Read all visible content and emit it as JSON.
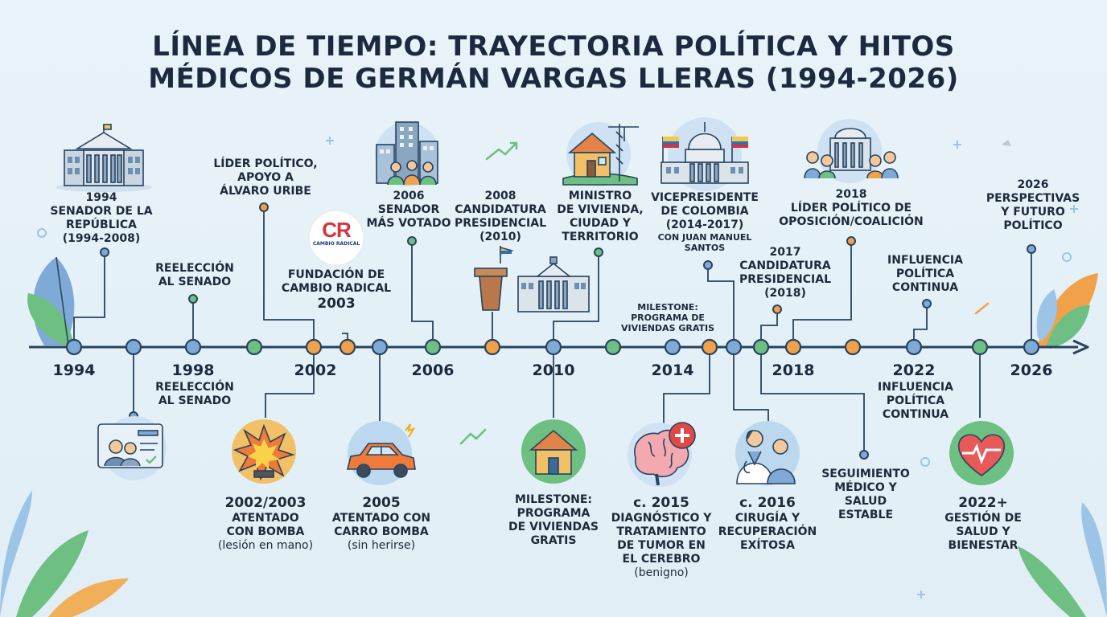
{
  "title": {
    "line1": "LÍNEA DE TIEMPO: TRAYECTORIA POLÍTICA Y HITOS",
    "line2": "MÉDICOS DE GERMÁN VARGAS LLERAS (1994-2026)"
  },
  "years": [
    "1994",
    "1998",
    "2002",
    "2006",
    "2010",
    "2014",
    "2018",
    "2022",
    "2026"
  ],
  "colors": {
    "blue": "#7fa9d6",
    "green": "#6dbf82",
    "orange": "#f0a14a",
    "line": "#27435f"
  },
  "events_top": {
    "e1994": {
      "l1": "1994",
      "l2": "SENADOR DE LA",
      "l3": "REPÚBLICA",
      "l4": "(1994-2008)"
    },
    "e_lider_uribe": {
      "l1": "LÍDER POLÍTICO,",
      "l2": "APOYO A",
      "l3": "ÁLVARO URIBE"
    },
    "e_reelec_top": {
      "l1": "REELECCIÓN",
      "l2": "AL SENADO"
    },
    "e_cr": {
      "logo": "CR",
      "logo_sub": "CAMBIO RADICAL",
      "l1": "FUNDACIÓN DE",
      "l2": "CAMBIO RADICAL",
      "l3": "2003"
    },
    "e2006": {
      "l1": "2006",
      "l2": "SENADOR",
      "l3": "MÁS VOTADO"
    },
    "e2008": {
      "l1": "2008",
      "l2": "CANDIDATURA",
      "l3": "PRESIDENCIAL",
      "l4": "(2010)"
    },
    "e_ministro": {
      "l1": "MINISTRO",
      "l2": "DE VIVIENDA,",
      "l3": "CIUDAD Y",
      "l4": "TERRITORIO"
    },
    "e_vice": {
      "l1": "VICEPRESIDENTE",
      "l2": "DE COLOMBIA",
      "l3": "(2014-2017)",
      "l4": "CON JUAN MANUEL",
      "l5": "SANTOS"
    },
    "e_milestone_top": {
      "l1": "MILESTONE:",
      "l2": "PROGRAMA DE",
      "l3": "VIVIENDAS GRATIS"
    },
    "e2017": {
      "l1": "2017",
      "l2": "CANDIDATURA",
      "l3": "PRESIDENCIAL",
      "l4": "(2018)"
    },
    "e2018": {
      "l1": "2018",
      "l2": "LÍDER POLÍTICO DE",
      "l3": "OPOSICIÓN/COALICIÓN"
    },
    "e_influencia_top": {
      "l1": "INFLUENCIA",
      "l2": "POLÍTICA",
      "l3": "CONTINUA"
    },
    "e2026": {
      "l1": "2026",
      "l2": "PERSPECTIVAS",
      "l3": "Y FUTURO",
      "l4": "POLÍTICO"
    }
  },
  "events_bottom": {
    "e_reelec_bot": {
      "l1": "REELECCIÓN",
      "l2": "AL SENADO"
    },
    "e_bomba": {
      "l1": "2002/2003",
      "l2": "ATENTADO",
      "l3": "CON BOMBA",
      "l4": "(lesión en mano)"
    },
    "e_carro": {
      "l1": "2005",
      "l2": "ATENTADO CON",
      "l3": "CARRO BOMBA",
      "l4": "(sin herirse)"
    },
    "e_milestone_bot": {
      "l1": "MILESTONE:",
      "l2": "PROGRAMA",
      "l3": "DE VIVIENDAS",
      "l4": "GRATIS"
    },
    "e_tumor": {
      "l1": "c. 2015",
      "l2": "DIAGNÓSTICO Y",
      "l3": "TRATAMIENTO",
      "l4": "DE TUMOR EN",
      "l5": "EL CEREBRO",
      "l6": "(benigno)"
    },
    "e_cirugia": {
      "l1": "c. 2016",
      "l2": "CIRUGÍA Y",
      "l3": "RECUPERACIÓN",
      "l4": "EXÍTOSA"
    },
    "e_influencia_bot": {
      "l1": "INFLUENCIA",
      "l2": "POLÍTICA",
      "l3": "CONTINUA"
    },
    "e_seguimiento": {
      "l1": "SEGUIMIENTO",
      "l2": "MÉDICO Y",
      "l3": "SALUD",
      "l4": "ESTABLE"
    },
    "e_gestion": {
      "l1": "2022+",
      "l2": "GESTIÓN DE",
      "l3": "SALUD Y",
      "l4": "BIENESTAR"
    }
  },
  "icons": [
    "capitol-icon",
    "id-card-icon",
    "explosion-icon",
    "car-icon",
    "city-people-icon",
    "podium-icon",
    "house-icon",
    "crane-house-icon",
    "brain-icon",
    "white-house-icon",
    "doctor-icon",
    "coalition-icon",
    "heart-pulse-icon"
  ]
}
